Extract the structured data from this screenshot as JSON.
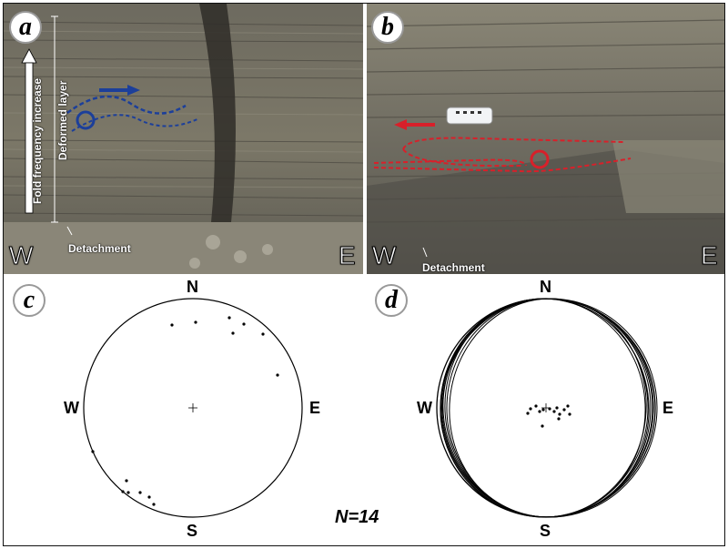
{
  "panels": {
    "a": {
      "label": "a",
      "left_dir": "W",
      "right_dir": "E",
      "detachment_label": "Detachment",
      "deformed_label": "Deformed layer",
      "arrow_label": "Fold frequency increase"
    },
    "b": {
      "label": "b",
      "left_dir": "W",
      "right_dir": "E",
      "detachment_label": "Detachment"
    },
    "c": {
      "label": "c",
      "n": "N",
      "s": "S",
      "w": "W",
      "e": "E"
    },
    "d": {
      "label": "d",
      "n": "N",
      "s": "S",
      "w": "W",
      "e": "E"
    },
    "count_label": "N=14"
  },
  "colors": {
    "blue_fold": "#1c3f9a",
    "red_fold": "#d8202a"
  }
}
